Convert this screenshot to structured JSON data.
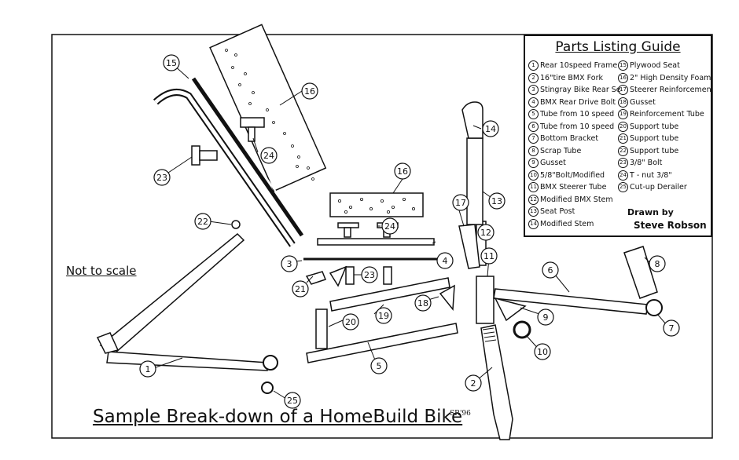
{
  "title": "Sample Break-down of a HomeBuild Bike",
  "scale_note": "Not to scale",
  "signature": "SR'96",
  "legend": {
    "heading": "Parts Listing Guide",
    "left_items": [
      {
        "num": "1",
        "text": "Rear 10speed Frame"
      },
      {
        "num": "2",
        "text": "16\"tire BMX Fork"
      },
      {
        "num": "3",
        "text": "Stingray Bike Rear Sec"
      },
      {
        "num": "4",
        "text": "BMX Rear Drive Bolt"
      },
      {
        "num": "5",
        "text": "Tube from 10 speed"
      },
      {
        "num": "6",
        "text": "Tube from 10 speed"
      },
      {
        "num": "7",
        "text": "Bottom Bracket"
      },
      {
        "num": "8",
        "text": "Scrap Tube"
      },
      {
        "num": "9",
        "text": "Gusset"
      },
      {
        "num": "10",
        "text": "5/8\"Bolt/Modified"
      },
      {
        "num": "11",
        "text": "BMX Steerer Tube"
      },
      {
        "num": "12",
        "text": "Modified BMX Stem"
      },
      {
        "num": "13",
        "text": "Seat Post"
      },
      {
        "num": "14",
        "text": "Modified Stem"
      }
    ],
    "right_items": [
      {
        "num": "15",
        "text": "Plywood Seat"
      },
      {
        "num": "16",
        "text": "2\" High Density Foam"
      },
      {
        "num": "17",
        "text": "Steerer Reinforcement Plate"
      },
      {
        "num": "18",
        "text": "Gusset"
      },
      {
        "num": "19",
        "text": "Reinforcement Tube"
      },
      {
        "num": "20",
        "text": "Support tube"
      },
      {
        "num": "21",
        "text": "Support tube"
      },
      {
        "num": "22",
        "text": "Support tube"
      },
      {
        "num": "23",
        "text": "3/8\" Bolt"
      },
      {
        "num": "24",
        "text": "T - nut 3/8\""
      },
      {
        "num": "25",
        "text": "Cut-up Derailer"
      }
    ],
    "drawn_by_label": "Drawn by",
    "drawn_by_name": "Steve Robson"
  },
  "callouts": [
    "1",
    "2",
    "3",
    "4",
    "5",
    "6",
    "7",
    "8",
    "9",
    "10",
    "11",
    "12",
    "13",
    "14",
    "15",
    "16",
    "16",
    "17",
    "18",
    "19",
    "20",
    "21",
    "22",
    "23",
    "23",
    "24",
    "24",
    "25"
  ]
}
